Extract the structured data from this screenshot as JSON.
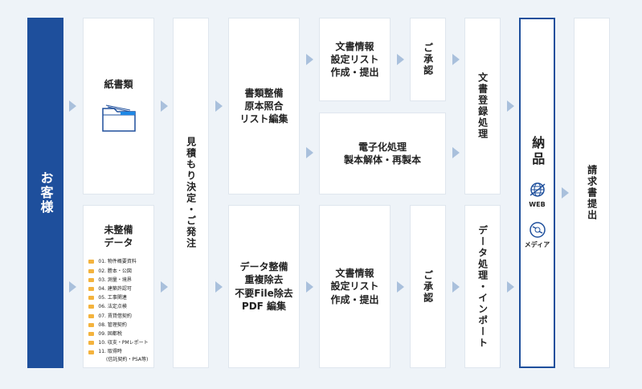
{
  "client": "お客様",
  "paper": "紙書類",
  "unorganized": "未整備\nデータ",
  "folders": [
    "01. 物件概要資料",
    "02. 謄本・公図",
    "03. 測量・境界",
    "04. 建築許認可",
    "05. 工事関連",
    "06. 法定点検",
    "07. 賃貸借契約",
    "08. 管理契約",
    "09. 固都税",
    "10. 収支・PMレポート",
    "11. 取得時"
  ],
  "folder_note": "(信託契約・PSA等)",
  "estimate": "見積もり決定・ご発注",
  "doc_check": "書類整備\n原本照合\nリスト編集",
  "data_clean": "データ整備\n重複除去\n不要File除去\nPDF 編集",
  "doc_list_top": "文書情報\n設定リスト\n作成・提出",
  "doc_list_bottom": "文書情報\n設定リスト\n作成・提出",
  "approval_top": "ご承認",
  "approval_bottom": "ご承認",
  "digitize": "電子化処理\n製本解体・再製本",
  "register": "文書登録処理",
  "import": "データ処理・インポート",
  "delivery": "納品",
  "web": "WEB",
  "media": "メディア",
  "invoice": "請求書提出"
}
